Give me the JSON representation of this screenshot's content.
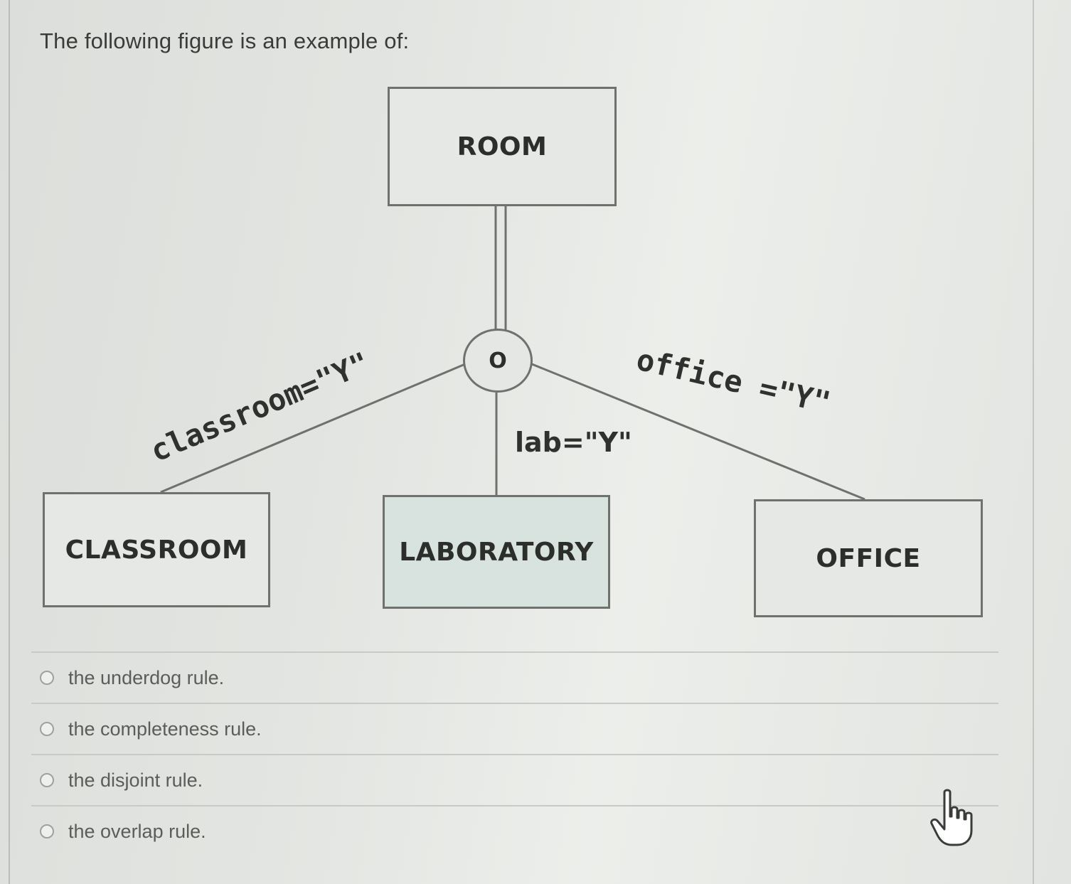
{
  "question": {
    "text": "The following figure is an example of:"
  },
  "diagram": {
    "supertype": "ROOM",
    "subtype_symbol": "O",
    "subtypes": {
      "classroom": "CLASSROOM",
      "laboratory": "LABORATORY",
      "office": "OFFICE"
    },
    "discriminators": {
      "classroom": "classroom=\"Y\"",
      "lab": "lab=\"Y\"",
      "office": "office =\"Y\""
    }
  },
  "options": [
    {
      "label": "the underdog rule."
    },
    {
      "label": "the completeness rule."
    },
    {
      "label": "the disjoint rule."
    },
    {
      "label": "the overlap rule."
    }
  ],
  "icons": {
    "cursor": "hand-pointer-icon"
  }
}
